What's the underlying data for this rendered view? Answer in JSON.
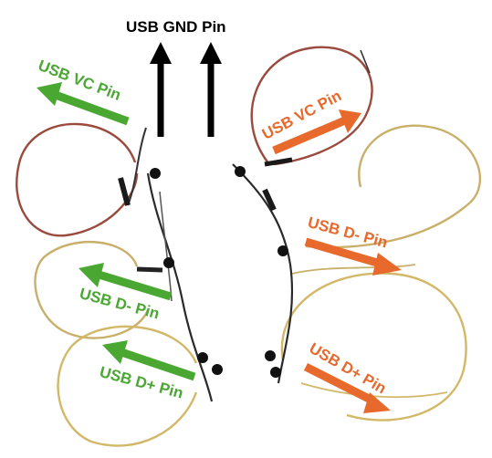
{
  "colors": {
    "green": "#4aa832",
    "orange": "#e8692c",
    "black": "#000000",
    "copper": "#9b4a3e",
    "tan": "#c9b06a",
    "gold": "#d2b868"
  },
  "labels": {
    "gnd": "USB GND Pin",
    "left_vc": "USB VC Pin",
    "left_dminus": "USB D- Pin",
    "left_dplus": "USB D+ Pin",
    "right_vc": "USB VC Pin",
    "right_dminus": "USB D- Pin",
    "right_dplus": "USB D+ Pin"
  }
}
